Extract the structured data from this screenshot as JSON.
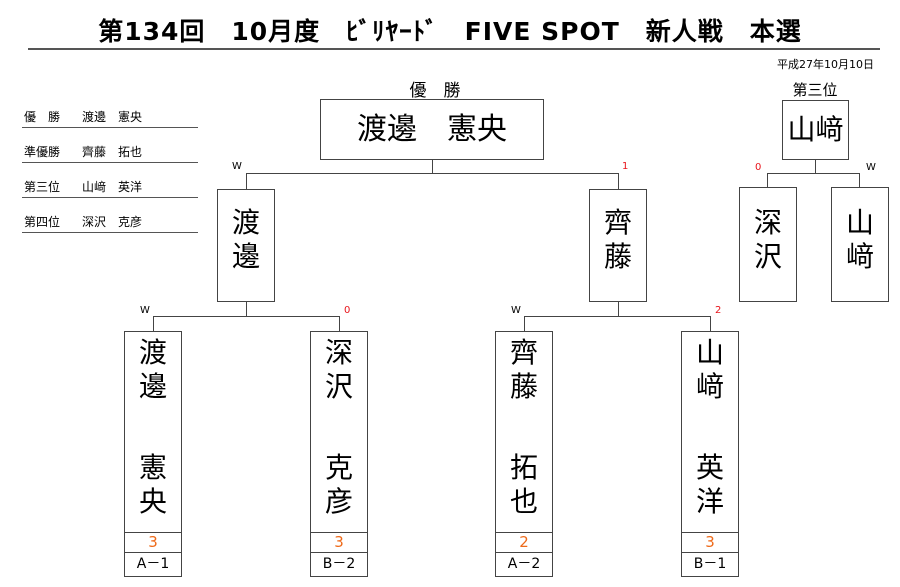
{
  "title": "第134回　10月度　ﾋﾞﾘﾔｰﾄﾞ　FIVE SPOT　新人戦　本選",
  "date": "平成27年10月10日",
  "results": [
    {
      "rank": "優　勝",
      "name": "渡邊　憲央"
    },
    {
      "rank": "準優勝",
      "name": "齊藤　拓也"
    },
    {
      "rank": "第三位",
      "name": "山﨑　英洋"
    },
    {
      "rank": "第四位",
      "name": "深沢　克彦"
    }
  ],
  "final": {
    "caption": "優　勝",
    "winner": "渡邊　憲央",
    "left_mark": "W",
    "right_mark": "1"
  },
  "semis": [
    {
      "name_line1": "渡",
      "name_line2": "邊"
    },
    {
      "name_line1": "齊",
      "name_line2": "藤"
    }
  ],
  "third_place": {
    "caption": "第三位",
    "winner": "山﨑",
    "left_mark": "0",
    "right_mark": "W",
    "players": [
      {
        "name_line1": "深",
        "name_line2": "沢"
      },
      {
        "name_line1": "山",
        "name_line2": "﨑"
      }
    ]
  },
  "first_round": [
    {
      "mark": "W",
      "surname1": "渡",
      "surname2": "邊",
      "given1": "憲",
      "given2": "央",
      "score": "3",
      "group": "A－1"
    },
    {
      "mark": "0",
      "surname1": "深",
      "surname2": "沢",
      "given1": "克",
      "given2": "彦",
      "score": "3",
      "group": "B－2"
    },
    {
      "mark": "W",
      "surname1": "齊",
      "surname2": "藤",
      "given1": "拓",
      "given2": "也",
      "score": "2",
      "group": "A－2"
    },
    {
      "mark": "2",
      "surname1": "山",
      "surname2": "﨑",
      "given1": "英",
      "given2": "洋",
      "score": "3",
      "group": "B－1"
    }
  ],
  "colors": {
    "line": "#444444",
    "mark_red": "#e8141b",
    "score_orange": "#ee6a1a"
  }
}
